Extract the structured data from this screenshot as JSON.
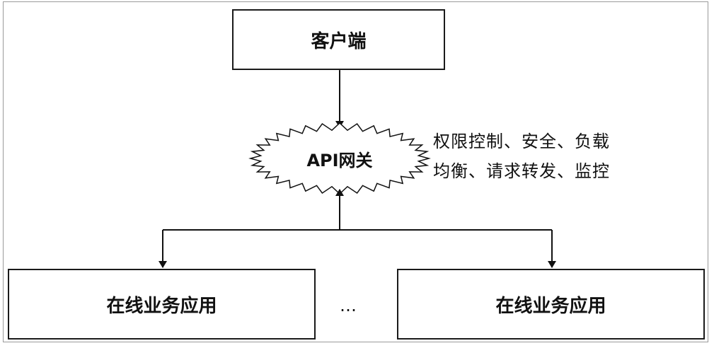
{
  "client": {
    "label": "客户端"
  },
  "gateway": {
    "label": "API网关"
  },
  "gateway_note": {
    "line1": "权限控制、安全、负载",
    "line2": "均衡、请求转发、监控"
  },
  "services": [
    {
      "label": "在线业务应用"
    },
    {
      "label": "在线业务应用"
    }
  ],
  "ellipsis": "…"
}
